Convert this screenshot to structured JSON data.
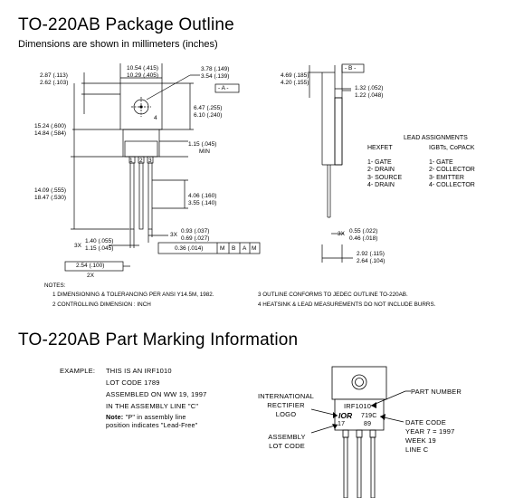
{
  "package_outline": {
    "title": "TO-220AB Package Outline",
    "subtitle": "Dimensions are shown in millimeters (inches)",
    "front_view": {
      "dims": {
        "width_a": "10.54 (.415)",
        "width_b": "10.29 (.405)",
        "hole_a": "3.78 (.149)",
        "hole_b": "3.54 (.139)",
        "tab_a": "2.87 (.113)",
        "tab_b": "2.62 (.103)",
        "tab_h_a": "6.47 (.255)",
        "tab_h_b": "6.10 (.240)",
        "body_a": "15.24 (.600)",
        "body_b": "14.84 (.584)",
        "min_a": "1.15 (.045)",
        "min_b": "MIN",
        "lead_len_a": "14.09 (.555)",
        "lead_len_b": "18.47 (.530)",
        "lead_sp_a": "4.06 (.160)",
        "lead_sp_b": "3.55 (.140)",
        "pitch_3x": "3X",
        "pitch_a": "0.93 (.037)",
        "pitch_b": "0.69 (.027)",
        "lead_w_3x": "3X",
        "lead_w_a": "1.40 (.055)",
        "lead_w_b": "1.15 (.045)",
        "tol_val": "0.36 (.014)",
        "tol_m1": "M",
        "tol_b": "B",
        "tol_a": "A",
        "tol_m2": "M",
        "span_val": "2.54 (.100)",
        "span_2x": "2X",
        "datum_a": "- A -",
        "tab_num": "4",
        "pin1": "1",
        "pin2": "2",
        "pin3": "3"
      }
    },
    "side_view": {
      "dims": {
        "h_a": "4.69 (.185)",
        "h_b": "4.20 (.155)",
        "datum_b": "- B -",
        "t_a": "1.32 (.052)",
        "t_b": "1.22 (.048)",
        "x3": "3X",
        "lt_a": "0.55 (.022)",
        "lt_b": "0.46 (.018)",
        "bt_a": "2.92 (.115)",
        "bt_b": "2.64 (.104)"
      }
    },
    "lead_assignments": {
      "title": "LEAD ASSIGNMENTS",
      "col1": {
        "header": "HEXFET",
        "items": [
          "1- GATE",
          "2- DRAIN",
          "3- SOURCE",
          "4- DRAIN"
        ]
      },
      "col2": {
        "header": "IGBTs, CoPACK",
        "items": [
          "1- GATE",
          "2- COLLECTOR",
          "3- EMITTER",
          "4- COLLECTOR"
        ]
      }
    },
    "notes": {
      "label": "NOTES:",
      "items": [
        "1  DIMENSIONING & TOLERANCING PER ANSI Y14.5M, 1982.",
        "2  CONTROLLING DIMENSION : INCH",
        "3  OUTLINE CONFORMS TO JEDEC OUTLINE TO-220AB.",
        "4  HEATSINK & LEAD MEASUREMENTS DO NOT INCLUDE BURRS."
      ]
    }
  },
  "part_marking": {
    "title": "TO-220AB Part Marking Information",
    "example_label": "EXAMPLE:",
    "example_lines": [
      "THIS IS AN IRF1010",
      "LOT CODE 1789",
      "ASSEMBLED ON WW 19, 1997",
      "IN THE ASSEMBLY LINE \"C\""
    ],
    "note_bold": "Note:",
    "note_text": "\"P\" in assembly line",
    "note_line2": "position indicates \"Lead-Free\"",
    "labels": {
      "intl_line1": "INTERNATIONAL",
      "intl_line2": "RECTIFIER",
      "intl_line3": "LOGO",
      "asm_line1": "ASSEMBLY",
      "asm_line2": "LOT CODE",
      "part_number": "PART NUMBER",
      "date_code": "DATE CODE",
      "date_year": "YEAR 7 = 1997",
      "date_week": "WEEK 19",
      "date_line": "LINE C"
    },
    "package_text": {
      "part": "IRF1010",
      "logo": "IOR",
      "date": "719C",
      "lot_a": "17",
      "lot_b": "89"
    }
  }
}
